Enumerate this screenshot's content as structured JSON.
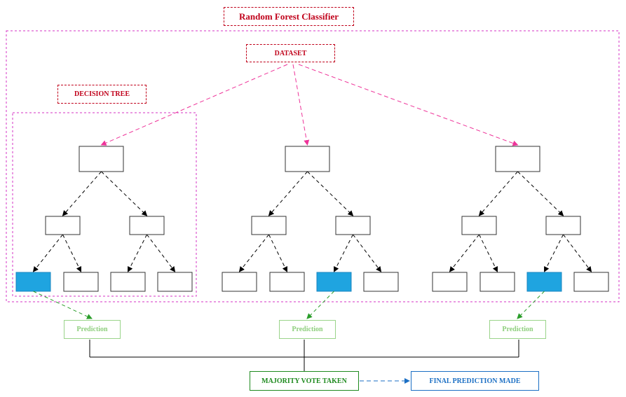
{
  "diagram": {
    "title": "Random Forest Classifier",
    "dataset_label": "DATASET",
    "decision_tree_label": "DECISION TREE",
    "prediction_labels": [
      "Prediction",
      "Prediction",
      "Prediction"
    ],
    "majority_vote_label": "MAJORITY VOTE TAKEN",
    "final_prediction_label": "FINAL PREDICTION MADE",
    "tree_count": 3,
    "selected_leaf_index": [
      0,
      2,
      2
    ]
  },
  "colors": {
    "forest_border": "#d633c4",
    "dataset_arrow": "#ee3399",
    "label_red": "#c0001a",
    "selected_leaf": "#1fa4e0",
    "prediction_green": "#8fcf7e",
    "prediction_arrow": "#2a9d2a",
    "majority_green": "#1e8a1e",
    "final_blue": "#1b6fc4",
    "tree_arrow": "#000000"
  }
}
